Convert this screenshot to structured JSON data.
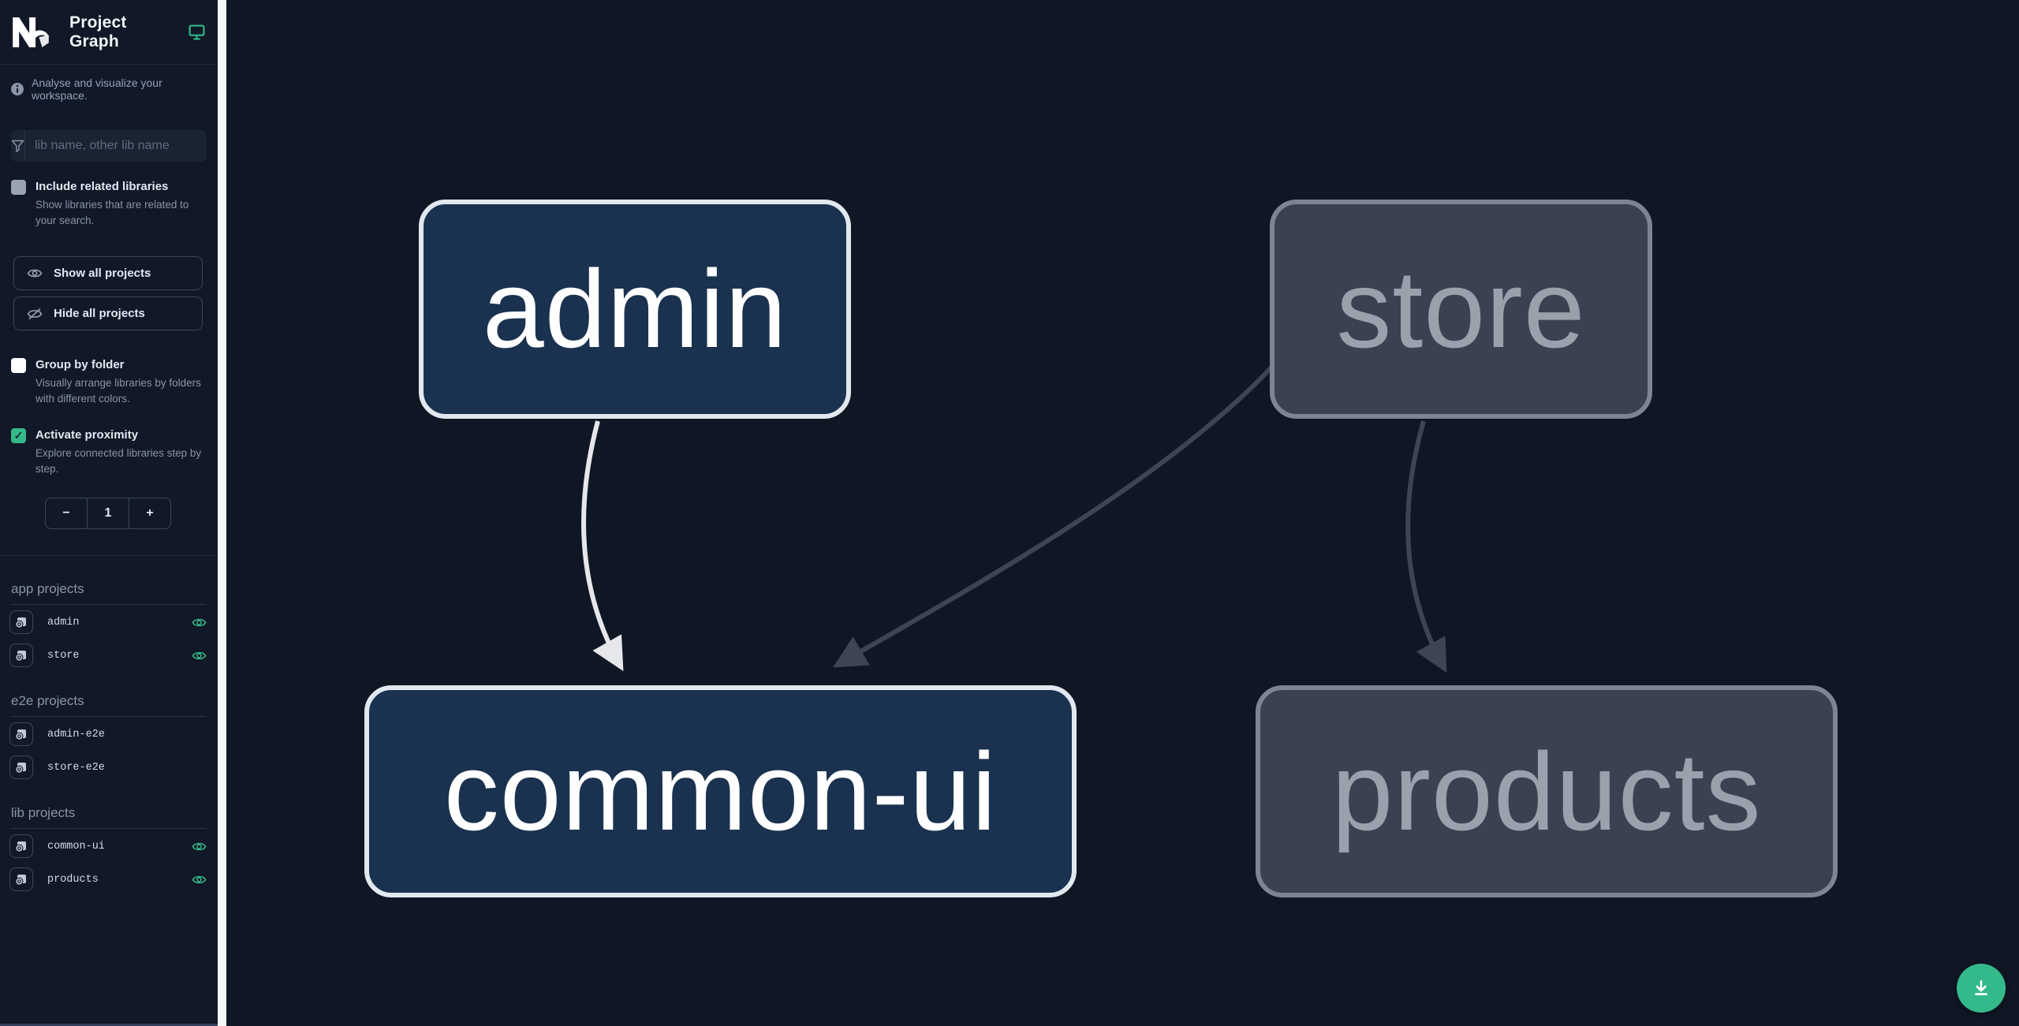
{
  "header": {
    "title": "Project Graph"
  },
  "intro": {
    "text": "Analyse and visualize your workspace."
  },
  "search": {
    "placeholder": "lib name, other lib name",
    "value": ""
  },
  "toggles": {
    "include_related": {
      "label": "Include related libraries",
      "description": "Show libraries that are related to your search.",
      "checked": false
    },
    "group_by_folder": {
      "label": "Group by folder",
      "description": "Visually arrange libraries by folders with different colors.",
      "checked": false
    },
    "activate_proximity": {
      "label": "Activate proximity",
      "description": "Explore connected libraries step by step.",
      "checked": true
    }
  },
  "actions": {
    "show_all": "Show all projects",
    "hide_all": "Hide all projects"
  },
  "proximity_counter": {
    "decrement": "−",
    "value": "1",
    "increment": "+"
  },
  "projects": {
    "app": {
      "title": "app projects",
      "items": [
        {
          "name": "admin",
          "visible": true
        },
        {
          "name": "store",
          "visible": true
        }
      ]
    },
    "e2e": {
      "title": "e2e projects",
      "items": [
        {
          "name": "admin-e2e",
          "visible": false
        },
        {
          "name": "store-e2e",
          "visible": false
        }
      ]
    },
    "lib": {
      "title": "lib projects",
      "items": [
        {
          "name": "common-ui",
          "visible": true
        },
        {
          "name": "products",
          "visible": true
        }
      ]
    }
  },
  "graph": {
    "nodes": [
      {
        "id": "admin",
        "label": "admin",
        "state": "highlighted"
      },
      {
        "id": "store",
        "label": "store",
        "state": "faded"
      },
      {
        "id": "common-ui",
        "label": "common-ui",
        "state": "highlighted"
      },
      {
        "id": "products",
        "label": "products",
        "state": "faded"
      }
    ],
    "edges": [
      {
        "from": "admin",
        "to": "common-ui",
        "state": "highlighted"
      },
      {
        "from": "store",
        "to": "common-ui",
        "state": "faded"
      },
      {
        "from": "store",
        "to": "products",
        "state": "faded"
      }
    ]
  },
  "icons": {
    "logo": "nx-logo",
    "header_monitor": "monitor-icon",
    "info": "info-icon",
    "filter": "funnel-icon",
    "show": "eye-icon",
    "hide": "eye-off-icon",
    "project_focus": "focus-icon",
    "project_visible": "eye-icon",
    "download": "download-icon"
  },
  "colors": {
    "accent_green": "#34b98a",
    "canvas_bg": "#0f1624",
    "sidebar_bg": "#111827",
    "node_highlight_fill": "#1a324f",
    "node_highlight_border": "#e2e8f0",
    "node_faded_fill": "#3a4150",
    "node_faded_border": "#7e8592",
    "edge_highlight": "#e5e7eb",
    "edge_faded": "#3d4553"
  }
}
